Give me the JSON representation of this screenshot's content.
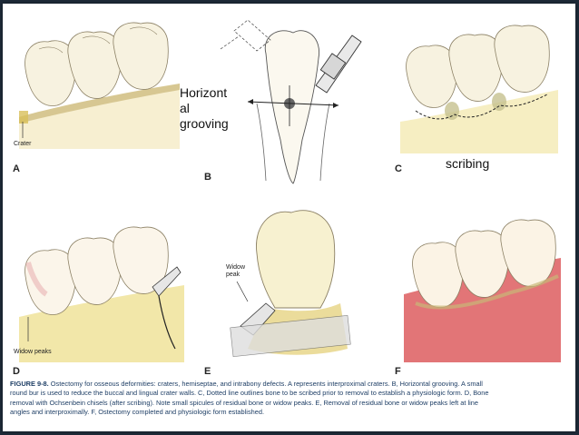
{
  "figure": {
    "panels": [
      {
        "letter": "A",
        "labels": [
          "Crater"
        ]
      },
      {
        "letter": "B",
        "labels": []
      },
      {
        "letter": "C",
        "labels": []
      },
      {
        "letter": "D",
        "labels": [
          "Widow peaks"
        ]
      },
      {
        "letter": "E",
        "labels": [
          "Widow",
          "peak"
        ]
      },
      {
        "letter": "F",
        "labels": []
      }
    ],
    "overlay_labels": {
      "horizontal_grooving_lines": [
        "Horizont",
        "al",
        "grooving"
      ],
      "scribing": "scribing"
    },
    "caption": {
      "figure_number": "FIGURE 9-8.",
      "lines": [
        "Ostectomy for osseous deformities: craters, hemiseptae, and intrabony defects. A represents interproximal craters. B, Horizontal grooving. A small",
        "round bur is used to reduce the buccal and lingual crater walls. C, Dotted line outlines bone to be scribed prior to removal to establish a physiologic form. D, Bone",
        "removal with Ochsenbein chisels (after scribing). Note small spicules of residual bone or widow peaks. E, Removal of residual bone or widow peaks left at line",
        "angles and interproximally. F, Ostectomy completed and physiologic form established."
      ]
    }
  },
  "colors": {
    "background": "#1e2a38",
    "tooth": "#f6f0da",
    "bone": "#e7d68a",
    "gum_red": "#d8474a",
    "caption_text": "#1f3f66"
  }
}
